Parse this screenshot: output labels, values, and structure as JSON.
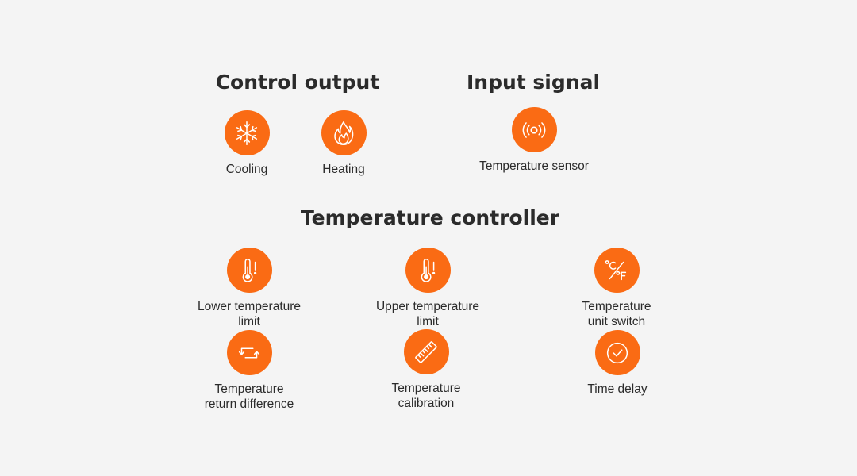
{
  "colors": {
    "accent": "#fa6b14",
    "background": "#f4f4f4",
    "text": "#2b2b2b"
  },
  "control_output": {
    "title": "Control output",
    "items": [
      {
        "icon": "snowflake-icon",
        "label": "Cooling"
      },
      {
        "icon": "flame-icon",
        "label": "Heating"
      }
    ]
  },
  "input_signal": {
    "title": "Input signal",
    "items": [
      {
        "icon": "sensor-signal-icon",
        "label": "Temperature sensor"
      }
    ]
  },
  "temperature_controller": {
    "title": "Temperature controller",
    "items": [
      {
        "icon": "thermometer-alert-icon",
        "line1": "Lower temperature",
        "line2": "limit"
      },
      {
        "icon": "thermometer-alert-icon",
        "line1": "Upper temperature",
        "line2": "limit"
      },
      {
        "icon": "celsius-fahrenheit-icon",
        "line1": "Temperature",
        "line2": "unit switch"
      },
      {
        "icon": "return-arrows-icon",
        "line1": "Temperature",
        "line2": "return difference"
      },
      {
        "icon": "ruler-icon",
        "line1": "Temperature",
        "line2": "calibration"
      },
      {
        "icon": "clock-icon",
        "line1": "Time delay"
      }
    ]
  }
}
